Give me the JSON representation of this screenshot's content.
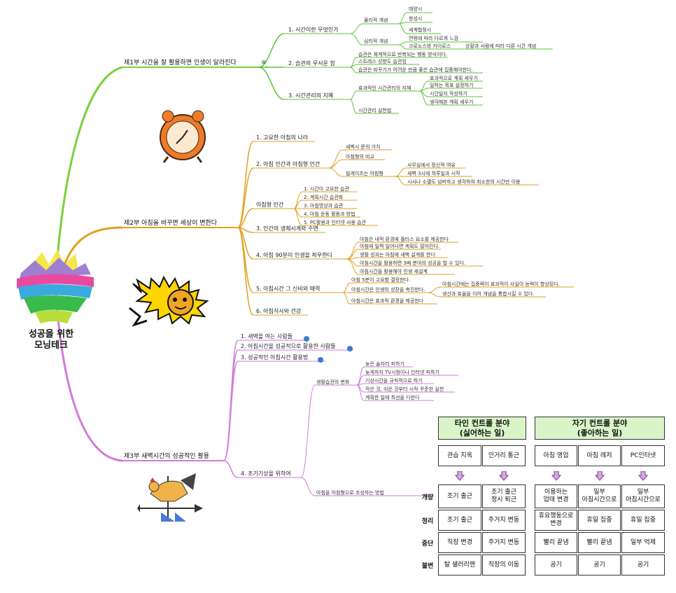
{
  "central": {
    "line1": "성공을 위한",
    "line2": "모닝테크"
  },
  "colors": {
    "part1": "#7bd03a",
    "part2": "#e0a020",
    "part3": "#d27ad8",
    "sub": "#58c43a"
  },
  "part1": {
    "title": "제1부 시간을 잘 활용하면 인생이 달라진다",
    "s1": "1. 시간이란 무엇인가",
    "s1a": "물리적 개념",
    "s1a1": "태양시",
    "s1a2": "항성시",
    "s1a3": "세계협정시",
    "s1b": "심리적 개념",
    "s1b1": "연령에 따라 다르게 느낌",
    "s1b2": "크로노스와 카이로스",
    "s1b3": "상황과 사람에 따라 다른 시간 개념",
    "s2": "2. 습관의 무서운 힘",
    "s2a": "습관은 체계적으로 반복되는 행동 양식이다.",
    "s2b": "스트레스 성향도 습관임",
    "s2c": "습관은 바꾸기가 어려운 만큼 좋은 습관에 집중해야한다.",
    "s3": "3. 시간관리의 지혜",
    "s3a": "효과적인 시간관리의 지혜",
    "s3a1": "효과적으로 계획 세우기",
    "s3a2": "일하는 목표 설정하기",
    "s3a3": "시간일지 작성하기",
    "s3a4": "생각해본 계획 세우기",
    "s3b": "시간관리 실천법"
  },
  "part2": {
    "title": "제2부 아침을 바꾸면 세상이 변한다",
    "s1": "1. 고요한 아침의 나라",
    "s2": "2. 아침 인간과 아침형 인간",
    "s2a": "새벽시 문의 가치",
    "s2b": "아침형의 비교",
    "s2c": "빌게이츠는 아침형",
    "s2c1": "사무실에서 정신적 여유",
    "s2c2": "새벽 3시에 하루일과 시작",
    "s2c3": "시사나 소멸도 넘버하고 생각하여 최소한의 시간만 이용",
    "s3": "아침형 인간",
    "s3a": "1. 시간이 고요한 습관",
    "s3b": "2. 계획시간 습관화",
    "s3c": "3. 아침명상과 습관",
    "s3d": "4. 아침 운동 활용과 방법",
    "s3e": "5. PC활용과 인터넷 사용 습관",
    "s4": "3. 인간의 생체시계와 수면",
    "s5": "4. 아침 90분이 인생을 좌우한다",
    "s5a": "아침은 내적 환경에 플러스 요소를 제공한다",
    "s5b": "아침에 일찍 일어나면 계획도 많아진다.",
    "s5c": "생활 성과는 아침에 새벽 설계를 한다.",
    "s5d": "아침시간을 활용하면 3배 분야의 성공을 할 수 있다.",
    "s5e": "아침시간을 활용해야 인생 세설계",
    "s6": "5. 아침시간 그 신비와 매력",
    "s6a": "아침 5분이 고요함 결정한다.",
    "s6b": "아침시간은 인생의 성장을 촉진한다.",
    "s6b1": "아침시간에는 집중력이 효과적이 사실이 능력이 향상된다.",
    "s6b2": "생산과 효율을 이어 개념을 통합시킬 수 있다.",
    "s6c": "아침시간은 효과적 환경을 제공한다",
    "s7": "6. 아침식사와 건강"
  },
  "part3": {
    "title": "제3부 새벽시간의 성공적인 활용",
    "s1": "1. 새벽을 여는 사람들",
    "s2": "2. 아침시간을 성공적으로 활용한 사람들",
    "s3": "3. 성공적인 아침시간 활용법",
    "s4": "4. 조기기상을 위하여",
    "s4a": "생활습관의 변화",
    "s4a1": "늦은 술자리 피하기",
    "s4a2": "늦게까지 TV시청이나 인터넷 피하기",
    "s4a3": "기상시간을 규칙적으로 하기",
    "s4a4": "작은 것, 쉬운 것부터 시작 꾸준한 실천",
    "s4a5": "계획한 일에 최선을 다한다",
    "s4b": "아침을 아침형으로 조성하는 방법"
  },
  "table": {
    "hdr_left": "타인 컨트롤 분야\n(싫어하는 일)",
    "hdr_right": "자기 컨트롤 분야\n(좋아하는 일)",
    "top": [
      "관습 지옥",
      "인거리 통근",
      "아침 영업",
      "아침 레저",
      "PC인터넷"
    ],
    "rows": [
      {
        "label": "개량",
        "cells": [
          "조기 출근",
          "조기 출근\n정시 퇴근",
          "이용하는\n업태 변경",
          "일부\n아침시간으로",
          "일부\n아침시간으로"
        ]
      },
      {
        "label": "정리",
        "cells": [
          "조기 출근",
          "주거지 변동",
          "휴요행동으로\n변경",
          "휴일 집중",
          "휴일 집중"
        ]
      },
      {
        "label": "중단",
        "cells": [
          "직장 변경",
          "주거지 변동",
          "빨리 끝냄",
          "빨리 끝냄",
          "일부 억제"
        ]
      },
      {
        "label": "불변",
        "cells": [
          "탈 샐러리맨",
          "직장의 이동",
          "공기",
          "공기",
          "공기"
        ]
      }
    ]
  }
}
